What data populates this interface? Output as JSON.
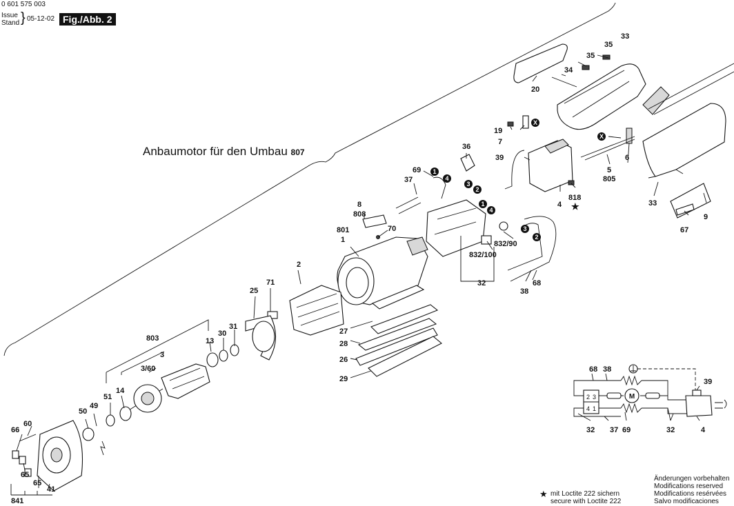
{
  "header": {
    "part_number": "0 601 575 003",
    "issue_label": "Issue",
    "stand_label": "Stand",
    "date": "05-12-02",
    "figure": "Fig./Abb. 2"
  },
  "title": {
    "text": "Anbaumotor für den Umbau",
    "code": "807"
  },
  "labels": {
    "l33a": "33",
    "l35a": "35",
    "l35b": "35",
    "l34": "34",
    "l20": "20",
    "l19": "19",
    "l7": "7",
    "l39": "39",
    "l36": "36",
    "l69": "69",
    "l37": "37",
    "l8": "8",
    "l808": "808",
    "l801": "801",
    "l70": "70",
    "l1": "1",
    "l6": "6",
    "l5": "5",
    "l805": "805",
    "l4": "4",
    "l818": "818",
    "l33b": "33",
    "l9": "9",
    "l67": "67",
    "l832_90": "832/90",
    "l832_100": "832/100",
    "l32": "32",
    "l38": "38",
    "l68": "68",
    "l2": "2",
    "l71": "71",
    "l25": "25",
    "l27": "27",
    "l28": "28",
    "l26": "26",
    "l29": "29",
    "l803": "803",
    "l13": "13",
    "l30": "30",
    "l31": "31",
    "l3": "3",
    "l3_60": "3/60",
    "l14": "14",
    "l51": "51",
    "l49": "49",
    "l50": "50",
    "l60": "60",
    "l66": "66",
    "l65a": "65",
    "l65b": "65",
    "l41": "41",
    "l841": "841"
  },
  "callouts": {
    "c1a": "1",
    "c4a": "4",
    "c3a": "3",
    "c2a": "2",
    "c1b": "1",
    "c4b": "4",
    "c3b": "3",
    "c2b": "2",
    "cxa": "X",
    "cxb": "X"
  },
  "wiring": {
    "l68": "68",
    "l38": "38",
    "l39": "39",
    "l32a": "32",
    "l37": "37",
    "l69": "69",
    "l32b": "32",
    "l4": "4",
    "t2": "2",
    "t3": "3",
    "t4": "4",
    "t1": "1",
    "motor": "M"
  },
  "footer": {
    "loctite_de": "mit Loctite 222 sichern",
    "loctite_en": "secure with Loctite 222",
    "mod_de": "Änderungen vorbehalten",
    "mod_en": "Modifications reserved",
    "mod_fr": "Modifications resérvées",
    "mod_es": "Salvo modificaciones"
  }
}
